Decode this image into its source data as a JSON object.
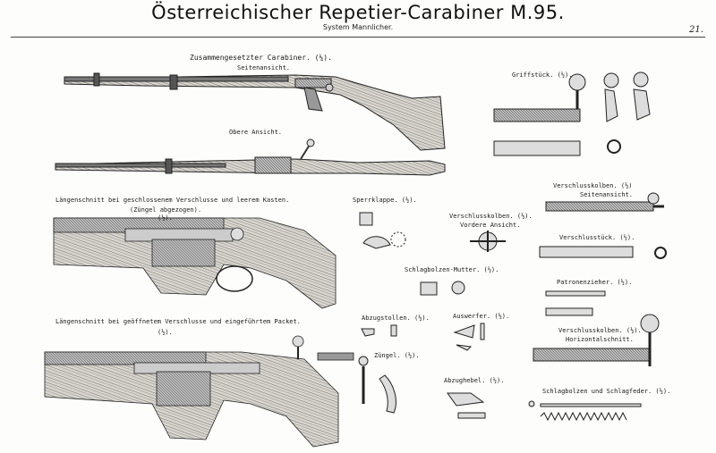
{
  "header": {
    "title": "Österreichischer Repetier-Carabiner M.95.",
    "subtitle": "System Mannlicher.",
    "page_number": "21."
  },
  "labels": {
    "assembled": "Zusammengesetzter Carabiner. (¼).",
    "side_view": "Seitenansicht.",
    "top_view": "Obere Ansicht.",
    "section_closed": "Längenschnitt bei geschlossenem Verschlusse und leerem Kasten.",
    "section_closed_note": "(Züngel abgezogen).",
    "section_closed_scale": "(½).",
    "section_open": "Längenschnitt bei geöffnetem Verschlusse und eingeführtem Packet.",
    "section_open_scale": "(½).",
    "griffstueck": "Griffstück. (½).",
    "sperrklappe": "Sperrklappe. (½).",
    "verschlusskolben_front": "Verschlusskolben. (½).",
    "vordere_ansicht": "Vordere Ansicht.",
    "verschlusskolben_side": "Verschlusskolben. (½)",
    "seitenansicht2": "Seitenansicht.",
    "verschlussstueck": "Verschlusstück. (½).",
    "schlagbolzen_mutter": "Schlagbolzen-Mutter. (½).",
    "patronenzieher": "Patronenzieher. (½).",
    "abzugstollen": "Abzugstollen. (½).",
    "auswerfer": "Auswerfer. (½).",
    "verschlusskolben_h": "Verschlusskolben. (½).",
    "horizontalschnitt": "Horizontalschnitt.",
    "zuengel": "Züngel. (½).",
    "abzughebel": "Abzughebel. (½).",
    "schlagbolzen": "Schlagbolzen und Schlagfeder. (½)."
  }
}
